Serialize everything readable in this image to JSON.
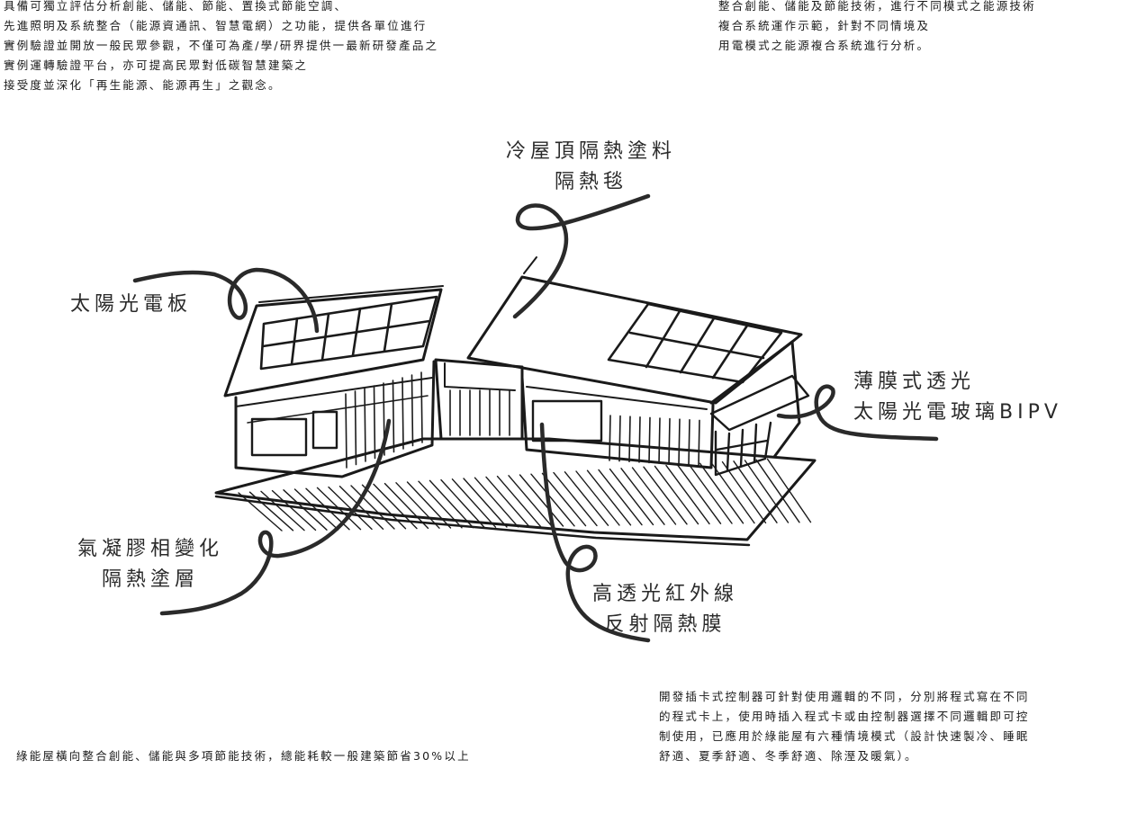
{
  "intro_left": {
    "lines": [
      "具備可獨立評估分析創能、儲能、節能、置換式節能空調、",
      "先進照明及系統整合（能源資通訊、智慧電網）之功能，提供各單位進行",
      "實例驗證並開放一般民眾參觀，不僅可為產/學/研界提供一最新研發產品之",
      "實例運轉驗證平台，亦可提高民眾對低碳智慧建築之",
      "接受度並深化「再生能源、能源再生」之觀念。"
    ]
  },
  "intro_right": {
    "lines": [
      "整合創能、儲能及節能技術，進行不同模式之能源技術",
      "複合系統運作示範，針對不同情境及",
      "用電模式之能源複合系統進行分析。"
    ]
  },
  "callouts": {
    "roof": [
      "冷屋頂隔熱塗料",
      "隔熱毯"
    ],
    "solar": [
      "太陽光電板"
    ],
    "bipv": [
      "薄膜式透光",
      "太陽光電玻璃BIPV"
    ],
    "aerogel": [
      "氣凝膠相變化",
      "隔熱塗層"
    ],
    "film": [
      "高透光紅外線",
      "反射隔熱膜"
    ]
  },
  "note_bottom_right": {
    "lines": [
      "開發插卡式控制器可針對使用邏輯的不同，分別將程式寫在不同",
      "的程式卡上，使用時插入程式卡或由控制器選擇不同邏輯即可控",
      "制使用，已應用於綠能屋有六種情境模式（設計快速製冷、睡眠",
      "舒適、夏季舒適、冬季舒適、除溼及暖氣）。"
    ]
  },
  "summary_bottom_left": "綠能屋橫向整合創能、儲能與多項節能技術，總能耗較一般建築節省30%以上",
  "colors": {
    "ink": "#1a1a1a",
    "paper": "#ffffff"
  }
}
